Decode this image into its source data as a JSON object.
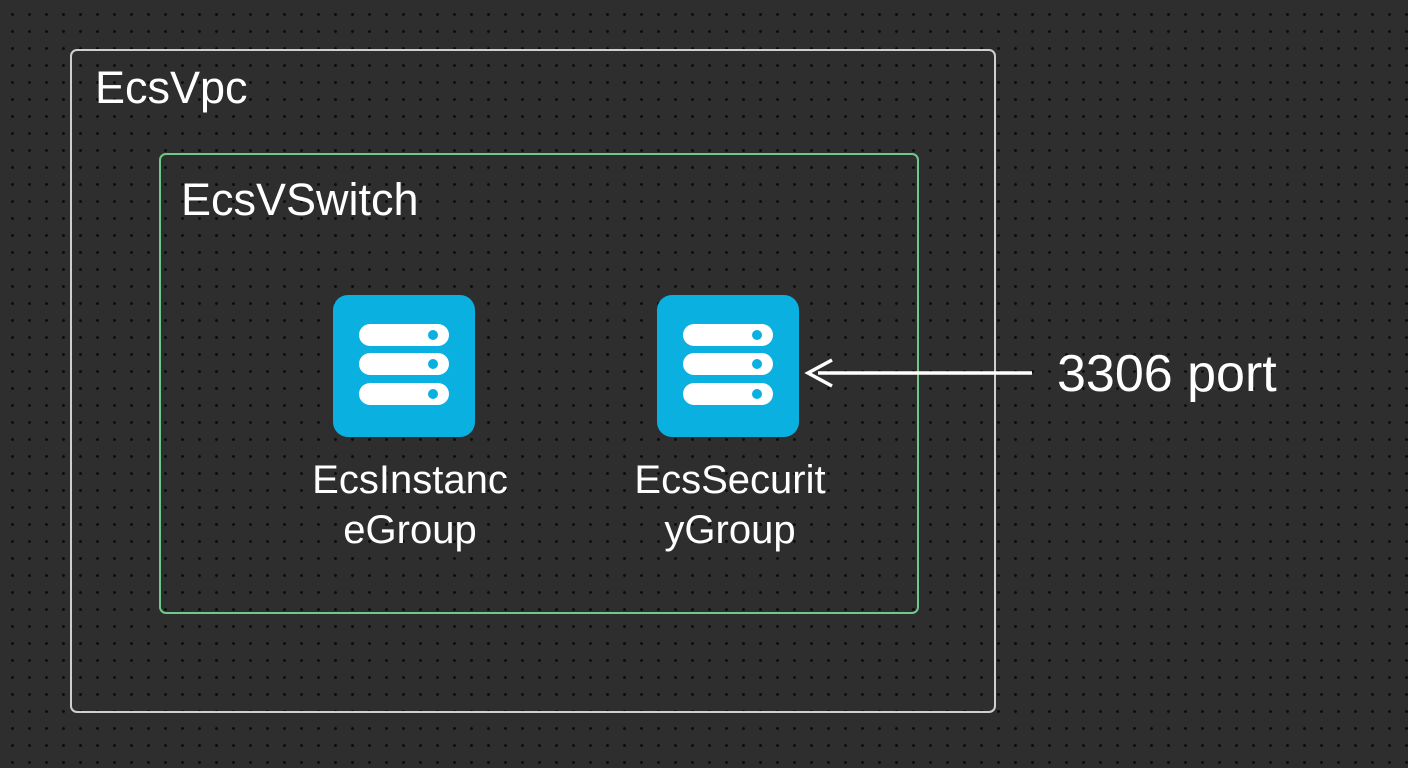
{
  "vpc": {
    "label": "EcsVpc"
  },
  "vswitch": {
    "label": "EcsVSwitch"
  },
  "nodes": [
    {
      "line1": "EcsInstanc",
      "line2": "eGroup",
      "icon": "server-stack-icon"
    },
    {
      "line1": "EcsSecurit",
      "line2": "yGroup",
      "icon": "server-stack-icon"
    }
  ],
  "connection": {
    "label": "3306 port"
  },
  "colors": {
    "background": "#2e2e2e",
    "vpc_border": "#cfcfcf",
    "vswitch_border": "#6fc98a",
    "icon_fill": "#0ab0e0",
    "text": "#ffffff"
  }
}
